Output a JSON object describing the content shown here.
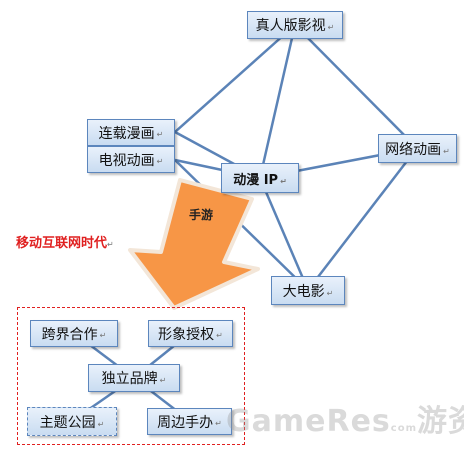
{
  "nodes": {
    "real_person": "真人版影视",
    "serial_comic": "连载漫画",
    "tv_animation": "电视动画",
    "anime_ip": "动漫 IP",
    "web_animation": "网络动画",
    "big_movie": "大电影",
    "cross_border": "跨界合作",
    "image_license": "形象授权",
    "independent_brand": "独立品牌",
    "theme_park": "主题公园",
    "merchandise": "周边手办"
  },
  "arrow_label": "手游",
  "era_label": "移动互联网时代",
  "paragraph_mark": "↵",
  "watermark": {
    "latin": "GameRes",
    "small": "com",
    "cn": "游资网"
  },
  "colors": {
    "node_border": "#5c86bd",
    "edge": "#5b83b7",
    "arrow_fill": "#f79646",
    "arrow_border": "#e9d7c4",
    "dashed_box": "#e02020",
    "era_text": "#e02020"
  },
  "edges": [
    [
      "serial_comic",
      "real_person"
    ],
    [
      "real_person",
      "anime_ip"
    ],
    [
      "real_person",
      "web_animation"
    ],
    [
      "serial_comic",
      "anime_ip"
    ],
    [
      "tv_animation",
      "anime_ip"
    ],
    [
      "anime_ip",
      "web_animation"
    ],
    [
      "web_animation",
      "big_movie"
    ],
    [
      "tv_animation",
      "big_movie"
    ],
    [
      "anime_ip",
      "big_movie"
    ],
    [
      "cross_border",
      "independent_brand"
    ],
    [
      "image_license",
      "independent_brand"
    ],
    [
      "independent_brand",
      "theme_park"
    ],
    [
      "independent_brand",
      "merchandise"
    ]
  ]
}
